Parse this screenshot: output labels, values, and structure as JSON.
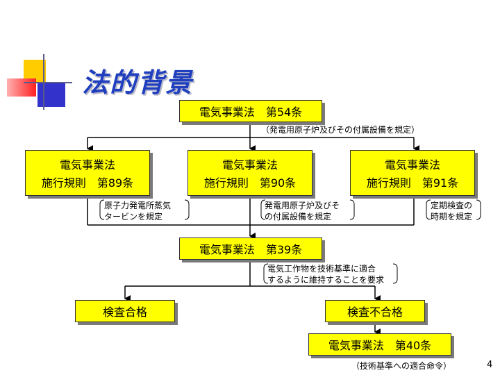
{
  "slide": {
    "title": "法的背景",
    "page_number": "4"
  },
  "boxes": {
    "top": "電気事業法　第54条",
    "left": {
      "line1": "電気事業法",
      "line2": "施行規則　第89条"
    },
    "center": {
      "line1": "電気事業法",
      "line2": "施行規則　第90条"
    },
    "right": {
      "line1": "電気事業法",
      "line2": "施行規則　第91条"
    },
    "mid": "電気事業法　第39条",
    "pass": "検査合格",
    "fail": "検査不合格",
    "bottom": "電気事業法　第40条"
  },
  "notes": {
    "n54": "（発電用原子炉及びその付属設備を規定）",
    "n89": [
      "原子力発電所蒸気",
      "タービンを規定"
    ],
    "n90": [
      "発電用原子炉及びそ",
      "の付属設備を規定"
    ],
    "n91": [
      "定期検査の",
      "時期を規定"
    ],
    "n39": [
      "電気工作物を技術基準に適合",
      "するように維持することを要求"
    ],
    "n40": "（技術基準への適合命令）"
  },
  "colors": {
    "box_fill": "#ffff00",
    "title": "#1f3fbf"
  }
}
